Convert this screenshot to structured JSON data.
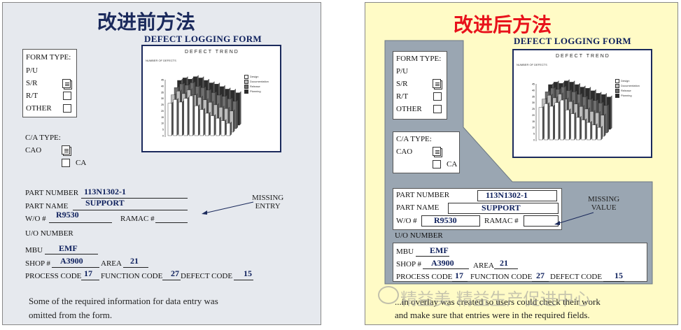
{
  "left": {
    "title": "改进前方法",
    "form_title": "DEFECT LOGGING FORM",
    "chart_title": "DEFECT TREND",
    "chart_subtitle": "NUMBER OF DEFECTS",
    "legend": [
      "Design",
      "Documentation",
      "Release",
      "Planning"
    ],
    "form_type_label": "FORM TYPE:",
    "form_type_options": [
      "P/U",
      "S/R",
      "R/T",
      "OTHER"
    ],
    "ca_type_label": "C/A TYPE:",
    "ca_options": [
      "CAO",
      "CA"
    ],
    "part_number_label": "PART NUMBER",
    "part_number_value": "113N1302-1",
    "part_name_label": "PART NAME",
    "part_name_value": "SUPPORT",
    "wo_label": "W/O #",
    "wo_value": "R9530",
    "ramac_label": "RAMAC #",
    "uo_label": "U/O NUMBER",
    "mbu_label": "MBU",
    "mbu_value": "EMF",
    "shop_label": "SHOP #",
    "shop_value": "A3900",
    "area_label": "AREA",
    "area_value": "21",
    "process_label": "PROCESS CODE",
    "process_value": "17",
    "function_label": "FUNCTION CODE",
    "function_value": "27",
    "defect_label": "DEFECT CODE",
    "defect_value": "15",
    "missing_line1": "MISSING",
    "missing_line2": "ENTRY",
    "note_line1": "Some of the required information for data entry was",
    "note_line2": "omitted from the form."
  },
  "right": {
    "title": "改进后方法",
    "form_title": "DEFECT LOGGING FORM",
    "chart_title": "DEFECT TREND",
    "chart_subtitle": "NUMBER OF DEFECTS",
    "legend": [
      "Design",
      "Documentation",
      "Release",
      "Planning"
    ],
    "form_type_label": "FORM TYPE:",
    "form_type_options": [
      "P/U",
      "S/R",
      "R/T",
      "OTHER"
    ],
    "ca_type_label": "C/A TYPE:",
    "ca_options": [
      "CAO",
      "CA"
    ],
    "part_number_label": "PART NUMBER",
    "part_number_value": "113N1302-1",
    "part_name_label": "PART NAME",
    "part_name_value": "SUPPORT",
    "wo_label": "W/O #",
    "wo_value": "R9530",
    "ramac_label": "RAMAC #",
    "uo_label": "U/O NUMBER",
    "mbu_label": "MBU",
    "mbu_value": "EMF",
    "shop_label": "SHOP #",
    "shop_value": "A3900",
    "area_label": "AREA",
    "area_value": "21",
    "process_label": "PROCESS CODE",
    "process_value": "17",
    "function_label": "FUNCTION CODE",
    "function_value": "27",
    "defect_label": "DEFECT CODE",
    "defect_value": "15",
    "missing_line1": "MISSING",
    "missing_line2": "VALUE",
    "note_line1": "...in overlay was created so users could check their work",
    "note_line2": "and make sure that entries were in the required fields.",
    "watermark": "精益美 精益生产促进中心"
  },
  "colors": {
    "left_title": "#1b2a5c",
    "right_title": "#e8121b",
    "overlay": "#9aa6b2",
    "left_bg": "#e6e9ee",
    "right_bg": "#fffbc6"
  },
  "chart_data": [
    {
      "type": "bar",
      "title": "DEFECT TREND",
      "ylabel": "NUMBER OF DEFECTS",
      "series": [
        {
          "name": "Design",
          "values": [
            26,
            29,
            27,
            30,
            32,
            24,
            21,
            18,
            16,
            14,
            12,
            10
          ]
        },
        {
          "name": "Documentation",
          "values": [
            30,
            33,
            31,
            34,
            30,
            28,
            26,
            24,
            22,
            20,
            19,
            17
          ]
        },
        {
          "name": "Release",
          "values": [
            33,
            36,
            35,
            37,
            34,
            33,
            31,
            29,
            27,
            26,
            24,
            22
          ]
        },
        {
          "name": "Planning",
          "values": [
            36,
            38,
            37,
            39,
            38,
            36,
            34,
            33,
            31,
            29,
            28,
            26
          ]
        }
      ],
      "ylim": [
        0,
        45
      ]
    }
  ]
}
